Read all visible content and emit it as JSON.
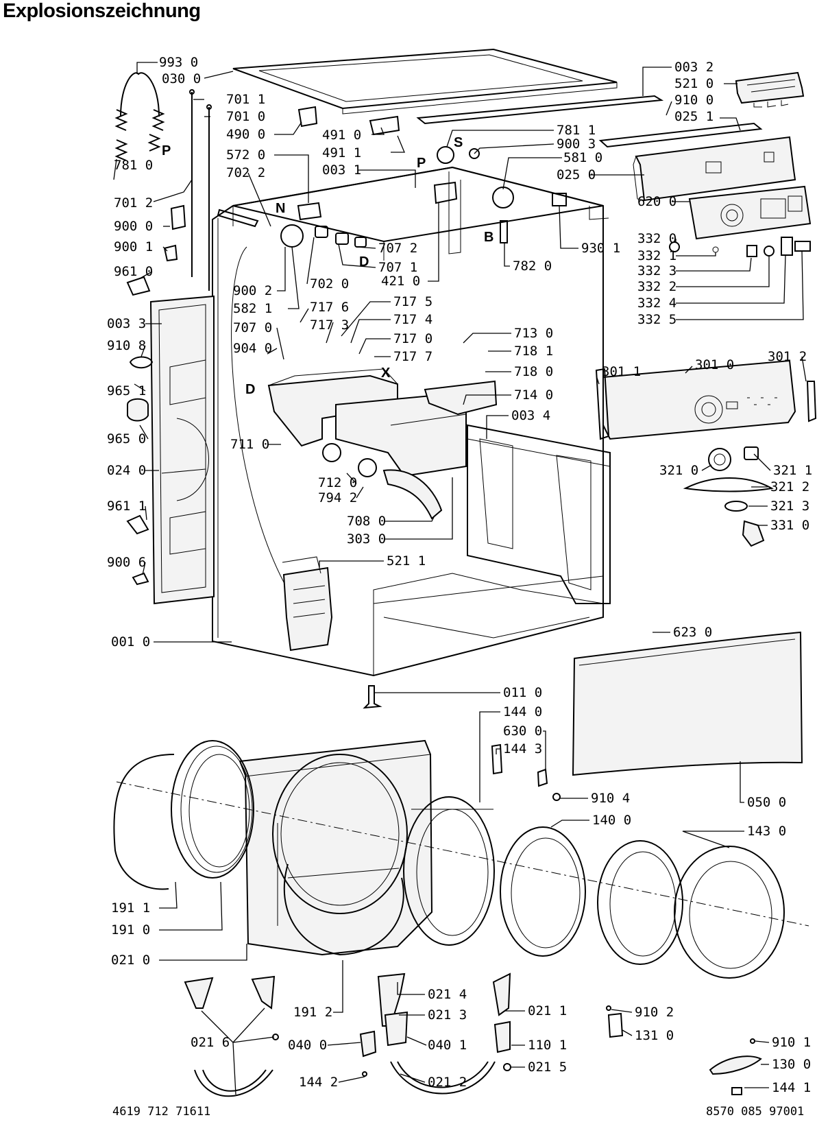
{
  "title": "Explosionszeichnung",
  "footer": {
    "left": "4619 712 71611",
    "right": "8570 085 97001"
  },
  "callouts": [
    {
      "id": "c9930",
      "code": "993 0"
    },
    {
      "id": "c0300",
      "code": "030 0"
    },
    {
      "id": "c7011",
      "code": "701 1"
    },
    {
      "id": "c7010",
      "code": "701 0"
    },
    {
      "id": "c4900",
      "code": "490 0"
    },
    {
      "id": "c5720",
      "code": "572 0"
    },
    {
      "id": "c7022",
      "code": "702 2"
    },
    {
      "id": "c7810",
      "code": "781 0"
    },
    {
      "id": "c7012",
      "code": "701 2"
    },
    {
      "id": "c9000",
      "code": "900 0"
    },
    {
      "id": "c9001",
      "code": "900 1"
    },
    {
      "id": "c9610",
      "code": "961 0"
    },
    {
      "id": "c4910",
      "code": "491 0"
    },
    {
      "id": "c4911",
      "code": "491 1"
    },
    {
      "id": "c0031",
      "code": "003 1"
    },
    {
      "id": "c0032",
      "code": "003 2"
    },
    {
      "id": "c5210",
      "code": "521 0"
    },
    {
      "id": "c9100",
      "code": "910 0"
    },
    {
      "id": "c0251",
      "code": "025 1"
    },
    {
      "id": "c7811",
      "code": "781 1"
    },
    {
      "id": "c9003",
      "code": "900 3"
    },
    {
      "id": "c5810",
      "code": "581 0"
    },
    {
      "id": "c0250",
      "code": "025 0"
    },
    {
      "id": "c6200",
      "code": "620 0"
    },
    {
      "id": "c3320",
      "code": "332 0"
    },
    {
      "id": "c3321",
      "code": "332 1"
    },
    {
      "id": "c3323",
      "code": "332 3"
    },
    {
      "id": "c3322",
      "code": "332 2"
    },
    {
      "id": "c3324",
      "code": "332 4"
    },
    {
      "id": "c3325",
      "code": "332 5"
    },
    {
      "id": "c9301",
      "code": "930 1"
    },
    {
      "id": "c7820",
      "code": "782 0"
    },
    {
      "id": "c7072",
      "code": "707 2"
    },
    {
      "id": "c7071",
      "code": "707 1"
    },
    {
      "id": "c4210",
      "code": "421 0"
    },
    {
      "id": "c9002",
      "code": "900 2"
    },
    {
      "id": "c5821",
      "code": "582 1"
    },
    {
      "id": "c7020",
      "code": "702 0"
    },
    {
      "id": "c7176",
      "code": "717 6"
    },
    {
      "id": "c7175",
      "code": "717 5"
    },
    {
      "id": "c7174",
      "code": "717 4"
    },
    {
      "id": "c7173",
      "code": "717 3"
    },
    {
      "id": "c7070",
      "code": "707 0"
    },
    {
      "id": "c9040",
      "code": "904 0"
    },
    {
      "id": "c7170",
      "code": "717 0"
    },
    {
      "id": "c7177",
      "code": "717 7"
    },
    {
      "id": "c7130",
      "code": "713 0"
    },
    {
      "id": "c7181",
      "code": "718 1"
    },
    {
      "id": "c7180",
      "code": "718 0"
    },
    {
      "id": "c7140",
      "code": "714 0"
    },
    {
      "id": "c0033",
      "code": "003 3"
    },
    {
      "id": "c9108",
      "code": "910 8"
    },
    {
      "id": "c9651",
      "code": "965 1"
    },
    {
      "id": "c9650",
      "code": "965 0"
    },
    {
      "id": "c0240",
      "code": "024 0"
    },
    {
      "id": "c9611",
      "code": "961 1"
    },
    {
      "id": "c9006",
      "code": "900 6"
    },
    {
      "id": "c7110",
      "code": "711 0"
    },
    {
      "id": "c7120",
      "code": "712 0"
    },
    {
      "id": "c7942",
      "code": "794 2"
    },
    {
      "id": "c7080",
      "code": "708 0"
    },
    {
      "id": "c3030",
      "code": "303 0"
    },
    {
      "id": "c5211",
      "code": "521 1"
    },
    {
      "id": "c0034",
      "code": "003 4"
    },
    {
      "id": "c3011",
      "code": "301 1"
    },
    {
      "id": "c3010",
      "code": "301 0"
    },
    {
      "id": "c3012",
      "code": "301 2"
    },
    {
      "id": "c3210",
      "code": "321 0"
    },
    {
      "id": "c3211",
      "code": "321 1"
    },
    {
      "id": "c3212",
      "code": "321 2"
    },
    {
      "id": "c3213",
      "code": "321 3"
    },
    {
      "id": "c3310",
      "code": "331 0"
    },
    {
      "id": "c0010",
      "code": "001 0"
    },
    {
      "id": "c6230",
      "code": "623 0"
    },
    {
      "id": "c0110",
      "code": "011 0"
    },
    {
      "id": "c1440",
      "code": "144 0"
    },
    {
      "id": "c6300",
      "code": "630 0"
    },
    {
      "id": "c1443",
      "code": "144 3"
    },
    {
      "id": "c9104",
      "code": "910 4"
    },
    {
      "id": "c1400",
      "code": "140 0"
    },
    {
      "id": "c0500",
      "code": "050 0"
    },
    {
      "id": "c1430",
      "code": "143 0"
    },
    {
      "id": "c1911",
      "code": "191 1"
    },
    {
      "id": "c1910",
      "code": "191 0"
    },
    {
      "id": "c0210",
      "code": "021 0"
    },
    {
      "id": "c1912",
      "code": "191 2"
    },
    {
      "id": "c0214",
      "code": "021 4"
    },
    {
      "id": "c0213",
      "code": "021 3"
    },
    {
      "id": "c0211",
      "code": "021 1"
    },
    {
      "id": "c0216",
      "code": "021 6"
    },
    {
      "id": "c0400",
      "code": "040 0"
    },
    {
      "id": "c0401",
      "code": "040 1"
    },
    {
      "id": "c1101",
      "code": "110 1"
    },
    {
      "id": "c1442",
      "code": "144 2"
    },
    {
      "id": "c0212",
      "code": "021 2"
    },
    {
      "id": "c0215",
      "code": "021 5"
    },
    {
      "id": "c9102",
      "code": "910 2"
    },
    {
      "id": "c1310",
      "code": "131 0"
    },
    {
      "id": "c9101",
      "code": "910 1"
    },
    {
      "id": "c1300",
      "code": "130 0"
    },
    {
      "id": "c1441",
      "code": "144 1"
    }
  ],
  "markers": [
    {
      "id": "mP1",
      "text": "P"
    },
    {
      "id": "mN",
      "text": "N"
    },
    {
      "id": "mS",
      "text": "S"
    },
    {
      "id": "mP2",
      "text": "P"
    },
    {
      "id": "mB",
      "text": "B"
    },
    {
      "id": "mD1",
      "text": "D"
    },
    {
      "id": "mX",
      "text": "X"
    },
    {
      "id": "mD2",
      "text": "D"
    }
  ]
}
